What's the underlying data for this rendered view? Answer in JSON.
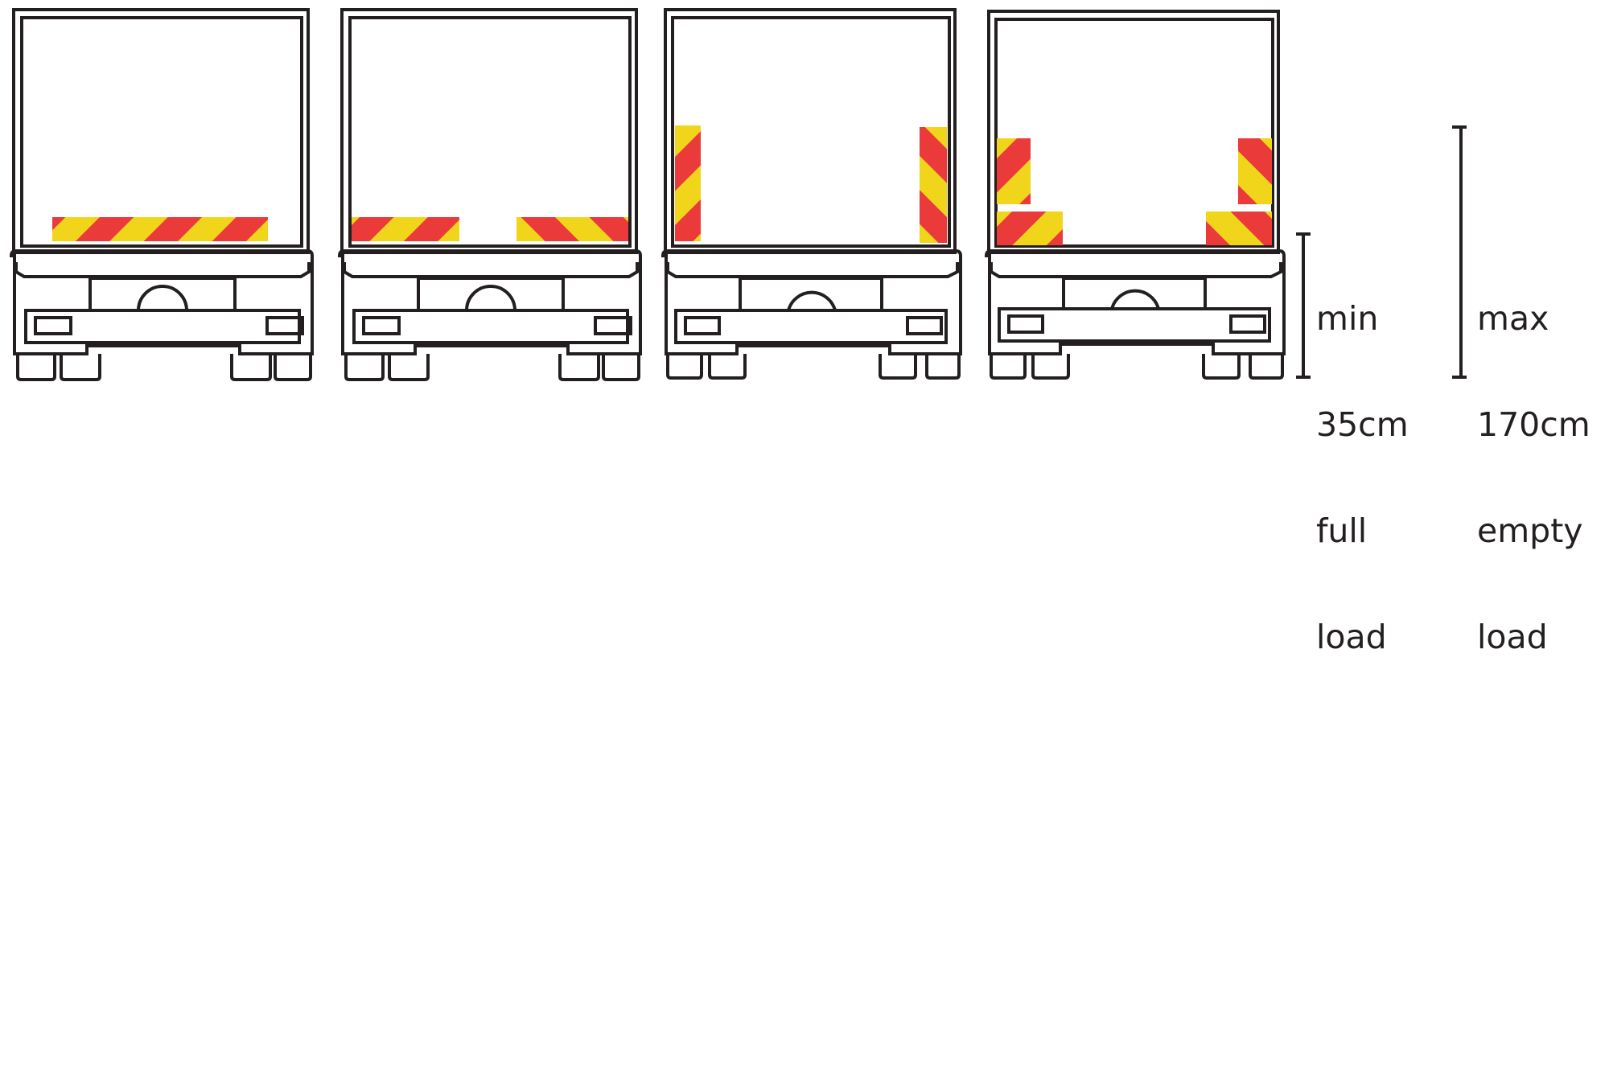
{
  "diagram": {
    "subject": "Rear marking plates on truck rear — four layout variants",
    "colors": {
      "stroke": "#231f20",
      "red": "#ea3a3a",
      "yellow": "#f1d51a",
      "background": "#ffffff"
    },
    "trucks": [
      {
        "id": "truck-1",
        "layout": "single long horizontal plate, centered bottom"
      },
      {
        "id": "truck-2",
        "layout": "two horizontal plates at bottom corners"
      },
      {
        "id": "truck-3",
        "layout": "two vertical plates at bottom sides"
      },
      {
        "id": "truck-4",
        "layout": "four square plates: two vertical + two horizontal at corners"
      }
    ],
    "scales": [
      {
        "id": "min-height",
        "lines": [
          "min",
          "35cm",
          "full",
          "load"
        ]
      },
      {
        "id": "max-height",
        "lines": [
          "max",
          "170cm",
          "empty",
          "load"
        ]
      }
    ]
  }
}
